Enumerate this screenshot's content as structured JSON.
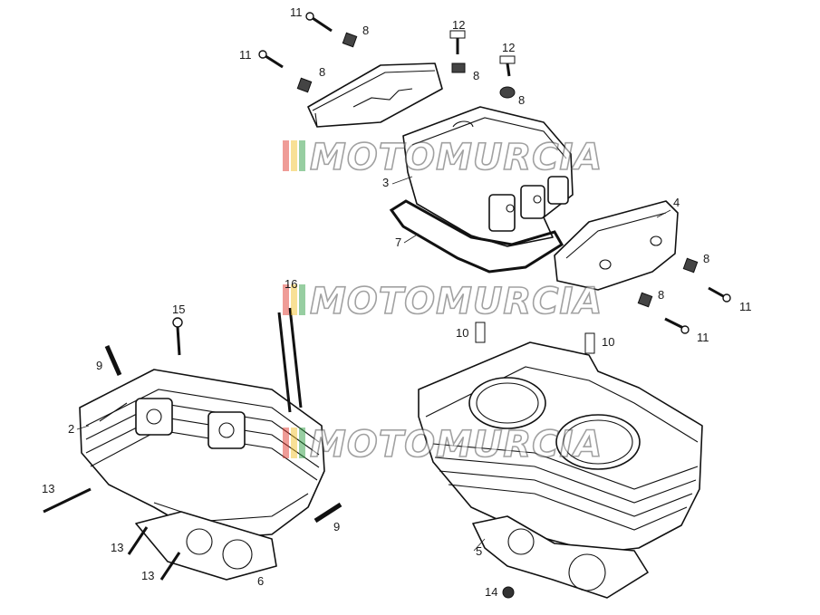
{
  "diagram": {
    "watermark": "MOTOMURCIA",
    "watermark_colors": [
      "#e03a2f",
      "#f2c12e",
      "#2f9e44"
    ],
    "callouts": [
      {
        "id": "c11a",
        "label": "11"
      },
      {
        "id": "c8a",
        "label": "8"
      },
      {
        "id": "c11b",
        "label": "11"
      },
      {
        "id": "c8b",
        "label": "8"
      },
      {
        "id": "c12a",
        "label": "12"
      },
      {
        "id": "c8c",
        "label": "8"
      },
      {
        "id": "c12b",
        "label": "12"
      },
      {
        "id": "c8d",
        "label": "8"
      },
      {
        "id": "c3",
        "label": "3"
      },
      {
        "id": "c4",
        "label": "4"
      },
      {
        "id": "c7",
        "label": "7"
      },
      {
        "id": "c8e",
        "label": "8"
      },
      {
        "id": "c8f",
        "label": "8"
      },
      {
        "id": "c11c",
        "label": "11"
      },
      {
        "id": "c11d",
        "label": "11"
      },
      {
        "id": "c10a",
        "label": "10"
      },
      {
        "id": "c10b",
        "label": "10"
      },
      {
        "id": "c15",
        "label": "15"
      },
      {
        "id": "c16",
        "label": "16"
      },
      {
        "id": "c9a",
        "label": "9"
      },
      {
        "id": "c2",
        "label": "2"
      },
      {
        "id": "c13a",
        "label": "13"
      },
      {
        "id": "c13b",
        "label": "13"
      },
      {
        "id": "c13c",
        "label": "13"
      },
      {
        "id": "c9b",
        "label": "9"
      },
      {
        "id": "c6",
        "label": "6"
      },
      {
        "id": "c5",
        "label": "5"
      },
      {
        "id": "c14",
        "label": "14"
      }
    ]
  }
}
